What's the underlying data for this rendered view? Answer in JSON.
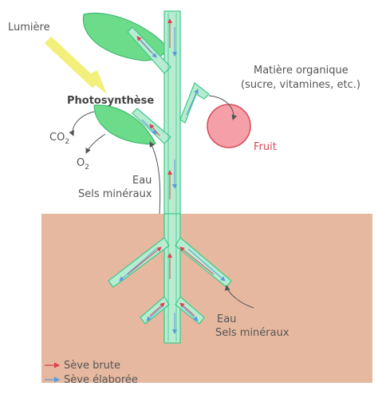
{
  "labels": {
    "light": "Lumière",
    "photosynthesis": "Photosynthèse",
    "co2": "CO",
    "co2_sub": "2",
    "o2": "O",
    "o2_sub": "2",
    "organic_line1": "Matière organique",
    "organic_line2": "(sucre, vitamines, etc.)",
    "fruit": "Fruit",
    "water_top_line1": "Eau",
    "water_top_line2": "Sels minéraux",
    "water_bottom_line1": "Eau",
    "water_bottom_line2": "Sels minéraux"
  },
  "legend": {
    "raw_sap": "Sève brute",
    "elaborated_sap": "Sève élaborée"
  },
  "colors": {
    "soil": "#e6b8a0",
    "stem_fill": "#b8ecd0",
    "stem_stroke": "#3cc98a",
    "leaf_fill": "#6ddc8a",
    "leaf_stroke": "#3cb870",
    "fruit_fill": "#f5a0a8",
    "fruit_stroke": "#d84a5a",
    "light_ray": "#f2f07a",
    "raw_sap_arrow": "#e0404a",
    "elaborated_sap_arrow": "#5a9ae0"
  }
}
